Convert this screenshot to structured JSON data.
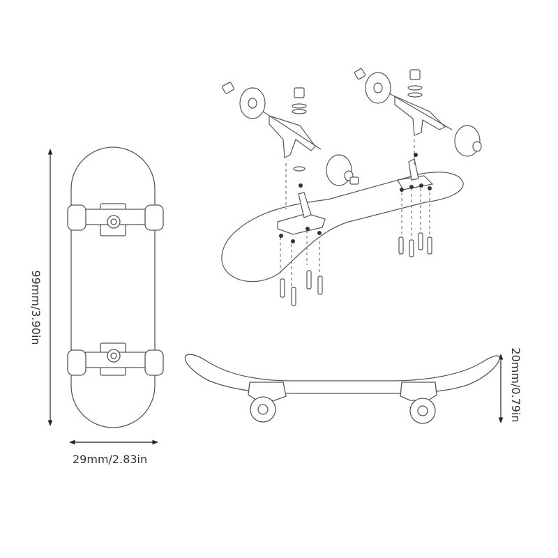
{
  "dimensions": {
    "length": "99mm/3.90in",
    "width": "29mm/2.83in",
    "height": "20mm/0.79in"
  },
  "colors": {
    "line": "#555555",
    "text": "#333333",
    "dim_line": "#222222"
  }
}
